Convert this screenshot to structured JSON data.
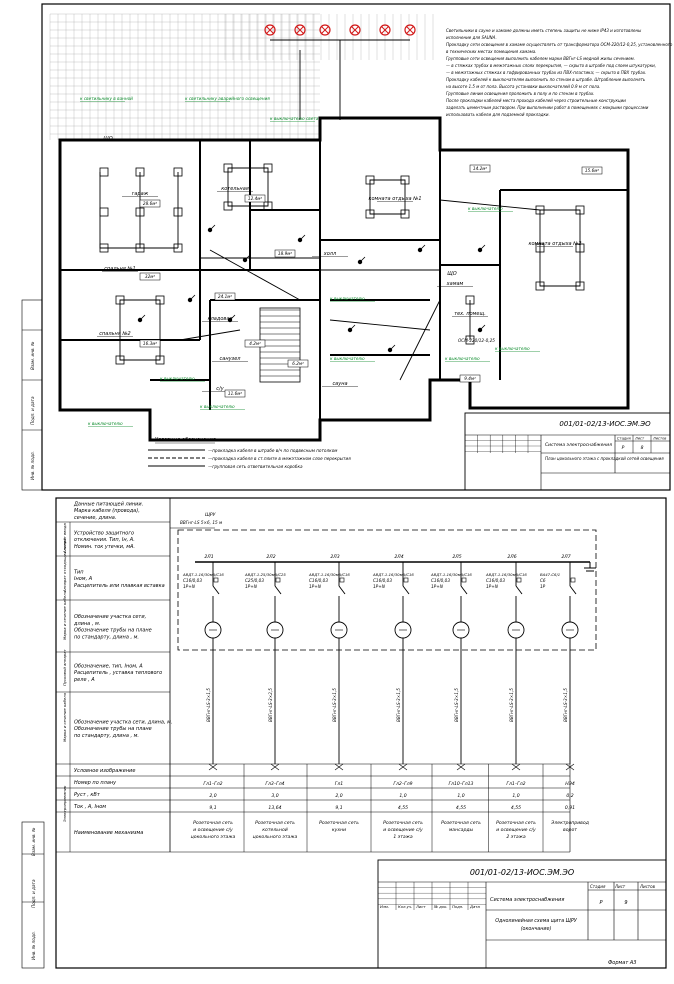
{
  "colors": {
    "line": "#000000",
    "note": "#0a8a2a",
    "emergency": "#d21a1a",
    "grid": "#9a9a9a"
  },
  "plan": {
    "general_notes": [
      "Светильники в сауне и хамаме должны иметь степень защиты не ниже IP43 и изготовлены",
      "исполнение для SAUNA.",
      "Прокладку сети освещения в хамаме осуществлять от трансформатора ОСМ-220/12-0,25, установленного",
      "в технических местах помещения хамама.",
      "Групповые сети освещения выполнить кабелем марки ВВГнг-LS медной жилы сечением.",
      "— в стяжках трубах в межэтажных слоях перекрытия, — скрыто в штрабе под слоем штукатурки,",
      "— в межэтажных стяжках в гофрированных трубах из ПВХ-пластика; — скрыто в ПВХ трубах.",
      "Прокладку кабелей к выключателям выполнить по стенам в штрабе. Штрабление выполнять",
      "на высоте 1.5 м от пола. Высота установки выключателей 0.9 м от пола.",
      "Групповые линии освещения проложить в полу и по стенам в трубах.",
      "После прокладки кабелей места прохода кабелей через строительные конструкции",
      "заделать цементным раствором. При выполнении работ в помещениях с мокрыми процессами",
      "использовать кабели для подземной прокладки."
    ],
    "green_notes": [
      "к светильнику в ванной",
      "к светильнику аварийного освещения",
      "к выключателю света",
      "к выключателю",
      "к выключателю",
      "к выключателю",
      "к выключателю",
      "к выключателю",
      "к выключателю",
      "к выключателю",
      "к выключателю"
    ],
    "rooms": [
      "гараж",
      "котельная",
      "комната отдыха №1",
      "комната отдыха №2",
      "спальня №1",
      "спальня №2",
      "холл",
      "кладовая",
      "санузел",
      "сауна",
      "с/у",
      "хамам",
      "тех. помещ."
    ],
    "room_areas": [
      "28.6м²",
      "12.4м²",
      "14.2м²",
      "15.6м²",
      "32м²",
      "16.3м²",
      "18.9м²",
      "24.1м²",
      "4.2м²",
      "6.2м²",
      "11.6м²",
      "9.4м²"
    ],
    "panel_labels": [
      "ЩО",
      "ЩО"
    ],
    "transformer_label": "ОСМ-220/12-0,25",
    "plan_id": "001/01-02/13-ИОС.ЭМ.ЭО",
    "plan_title": "Система электроснабжения",
    "plan_subtitle": "План цокольного этажа с прокладкой сетей освещения",
    "plan_stage_headers": [
      "Стадия",
      "Лист",
      "Листов"
    ],
    "plan_stage": "Р",
    "plan_sheet": "8",
    "plan_format": "Формат А2",
    "legend_title": "Условные обозначения",
    "legend_items": [
      "—прокладка кабеля в штрабе в/ч по подвесным потолком",
      "—прокладка кабеля в ст.плите в межэтажном слое перекрытия",
      "—групповая сеть ответвительная коробка"
    ],
    "left_stamp_cells": [
      "Инв. № подл.",
      "Подп. и дата",
      "Взам. инв. №"
    ]
  },
  "schematic": {
    "row_labels": [
      [
        "Данные питающей линии.",
        "Марка кабеля (провода),",
        "сечение, длина."
      ],
      [
        "Устройство защитного",
        "отключения. Тип, Iн, А.",
        "Номин. ток утечки, мА."
      ],
      [
        "Тип",
        "Iном, А",
        "Расцепитель или плавкая вставка"
      ],
      [
        "Обозначение участка сети,",
        "длина , м.",
        "Обозначение трубы на плане",
        "по стандарту, длина , м."
      ],
      [
        "Обозначение, тип, Iном, А",
        "Расцепитель , уставка теплового",
        "реле , А"
      ],
      [
        "Обозначение участка сети, длина, м.",
        "Обозначение трубы на плане",
        "по стандарту, длина , м."
      ],
      [
        "Условное изображение"
      ],
      [
        "Номер по плану"
      ],
      [
        "Руст , кВт"
      ],
      [
        "Ток , А, Iном"
      ],
      [
        "Наименование механизма"
      ]
    ],
    "side_labels": [
      "Аппарат ввода",
      "Аппарат отходящих линий",
      "Марка и сечение кабеля",
      "Пусковой аппарат",
      "Марка и сечение кабеля",
      "Электроприемник"
    ],
    "feeder_label": "ЩРУ",
    "feeder_cable": "ВВГнг-LS 5×6, 15 м",
    "groups": [
      {
        "id": "2Л1",
        "breaker": "АВДТ-1-16/30мА/С16",
        "rating": "С16/0,03",
        "poles": "1P+N",
        "cable": "ВВГнг-LS-3×1,5",
        "plan": "Гл1–Гл2",
        "power": "2,0",
        "current": "9,1",
        "name": [
          "Розеточная сеть",
          "и освещение с/у",
          "цокольного этажа"
        ]
      },
      {
        "id": "2Л2",
        "breaker": "АВДТ-1-25/30мА/С25",
        "rating": "С25/0,03",
        "poles": "1P+N",
        "cable": "ВВГнг-LS-3×2,5",
        "plan": "Гл3–Гл4",
        "power": "3,0",
        "current": "13,64",
        "name": [
          "Розеточная сеть",
          "котельной",
          "цокольного этажа"
        ]
      },
      {
        "id": "2Л3",
        "breaker": "АВДТ-1-16/30мА/С16",
        "rating": "С16/0,03",
        "poles": "1P+N",
        "cable": "ВВГнг-LS-3×1,5",
        "plan": "Гл1",
        "power": "2,0",
        "current": "9,1",
        "name": [
          "Розеточная сеть",
          "кухни"
        ]
      },
      {
        "id": "2Л4",
        "breaker": "АВДТ-1-16/30мА/С16",
        "rating": "С16/0,03",
        "poles": "1P+N",
        "cable": "ВВГнг-LS-3×1,5",
        "plan": "Гл2–Гл9",
        "power": "1,0",
        "current": "4,55",
        "name": [
          "Розеточная сеть",
          "и освещение с/у",
          "1 этажа"
        ]
      },
      {
        "id": "2Л5",
        "breaker": "АВДТ-1-16/30мА/С16",
        "rating": "С16/0,03",
        "poles": "1P+N",
        "cable": "ВВГнг-LS-3×1,5",
        "plan": "Гл10–Гл13",
        "power": "1,0",
        "current": "4,55",
        "name": [
          "Розеточная сеть",
          "мансарды"
        ]
      },
      {
        "id": "2Л6",
        "breaker": "АВДТ-1-16/30мА/С16",
        "rating": "С16/0,03",
        "poles": "1P+N",
        "cable": "ВВГнг-LS-3×1,5",
        "plan": "Гл1–Гл2",
        "power": "1,0",
        "current": "4,55",
        "name": [
          "Розеточная сеть",
          "и освещение с/у",
          "2 этажа"
        ]
      },
      {
        "id": "2Л7",
        "breaker": "ВА47-С6/1",
        "rating": "С6",
        "poles": "1P",
        "cable": "ВВГнг-LS-3×1,5",
        "plan": "НЭ4",
        "power": "0,2",
        "current": "0,91",
        "name": [
          "Электропривод",
          "ворот"
        ]
      }
    ],
    "doc_id": "001/01-02/13-ИОС.ЭМ.ЭО",
    "title": "Система электроснабжения",
    "subtitle": [
      "Однолинейная схема щита ЩРУ",
      "(окончание)"
    ],
    "stage_headers": [
      "Стадия",
      "Лист",
      "Листов"
    ],
    "stage": "Р",
    "sheet": "9",
    "format": "Формат А3",
    "title_block_cols": [
      "Изм.",
      "Кол.уч.",
      "Лист",
      "№ док.",
      "Подп.",
      "Дата"
    ],
    "left_stamp_cells": [
      "Инв. № подл.",
      "Подп. и дата",
      "Взам. инв. №"
    ]
  }
}
